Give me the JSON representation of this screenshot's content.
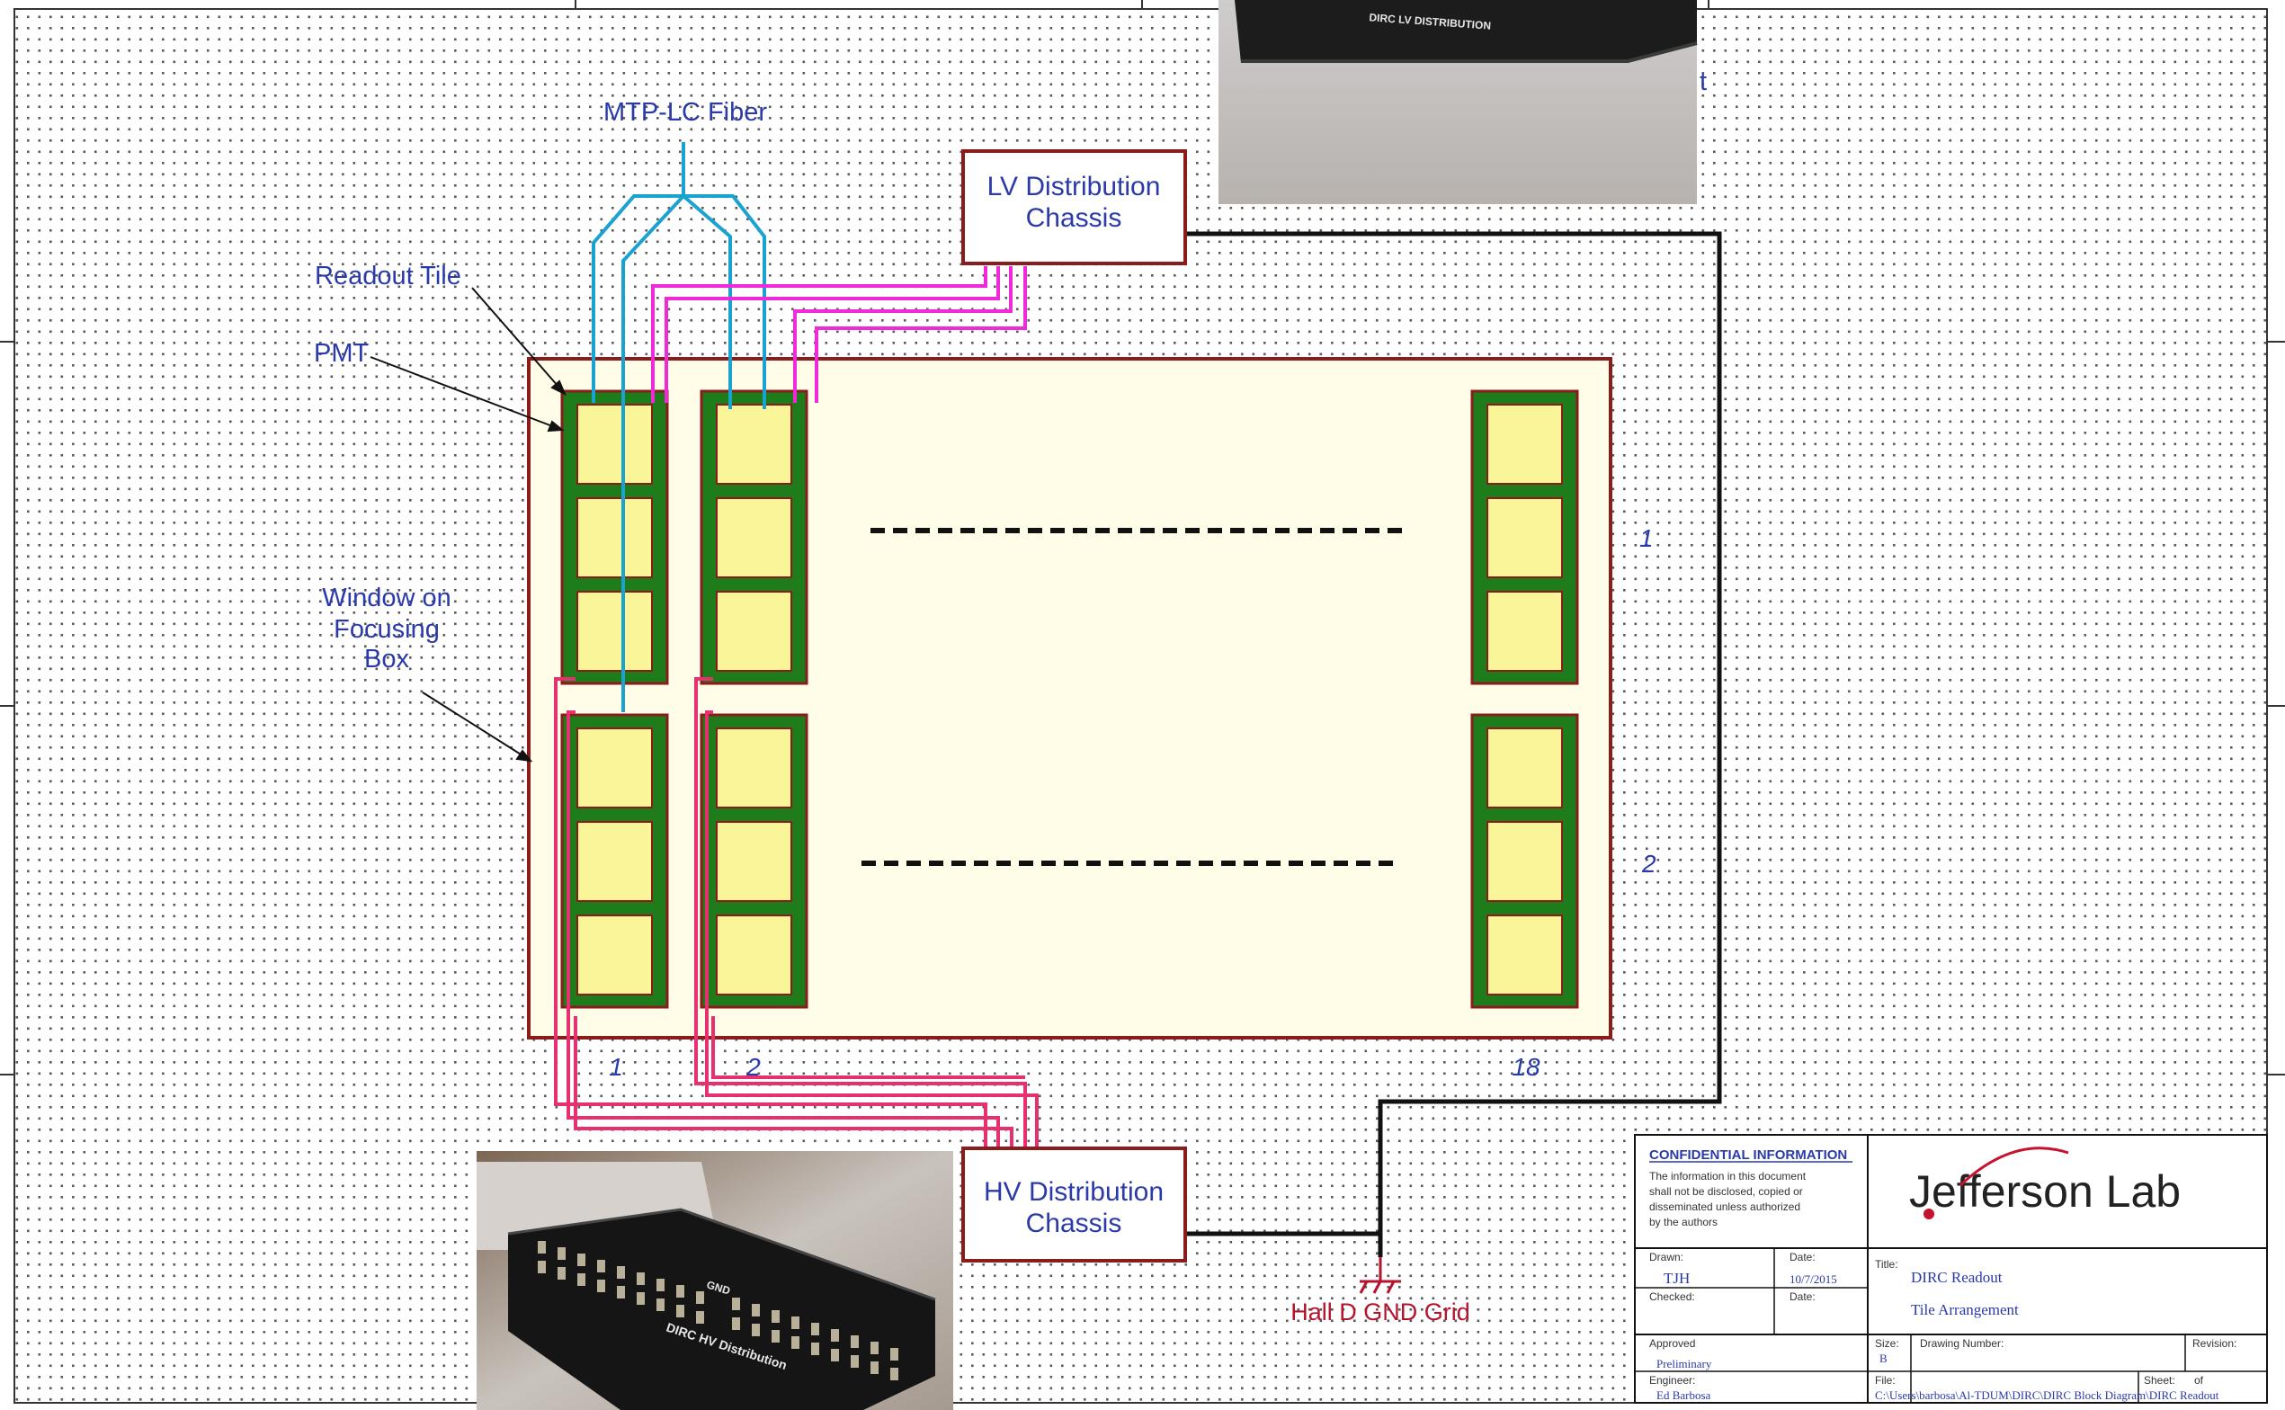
{
  "labels": {
    "fiber": "MTP-LC Fiber",
    "readout_tile": "Readout Tile",
    "pmt": "PMT",
    "window_line1": "Window on",
    "window_line2": "Focusing",
    "window_line3": "Box",
    "row1": "1",
    "row2": "2",
    "col1": "1",
    "col2": "2",
    "col18": "18",
    "ground": "Hall D GND Grid",
    "stray_t": "t"
  },
  "boxes": {
    "lv_line1": "LV Distribution",
    "lv_line2": "Chassis",
    "hv_line1": "HV Distribution",
    "hv_line2": "Chassis"
  },
  "photos": {
    "lv_text": "DIRC LV DISTRIBUTION",
    "hv_text": "DIRC HV Distribution",
    "hv_gnd": "GND"
  },
  "title_block": {
    "confidential_heading": "CONFIDENTIAL INFORMATION",
    "confidential_lines": [
      "The information in this document",
      "shall not be disclosed, copied or",
      "disseminated unless authorized",
      "by the authors"
    ],
    "logo": "Jefferson Lab",
    "drawn_label": "Drawn:",
    "drawn_value": "TJH",
    "date_label": "Date:",
    "date_value": "10/7/2015",
    "checked_label": "Checked:",
    "date2_label": "Date:",
    "title_label": "Title:",
    "title_line1": "DIRC Readout",
    "title_line2": "Tile Arrangement",
    "approved_label": "Approved",
    "approved_value": "Preliminary",
    "engineer_label": "Engineer:",
    "engineer_value": "Ed Barbosa",
    "size_label": "Size:",
    "size_value": "B",
    "drawing_number_label": "Drawing Number:",
    "revision_label": "Revision:",
    "file_label": "File:",
    "file_value": "C:\\Users\\barbosa\\Al-TDUM\\DIRC\\DIRC Block Diagram\\DIRC Readout",
    "sheet_label": "Sheet:",
    "sheet_value": "of"
  },
  "colors": {
    "grid_dot": "#5a5a5a",
    "frame_red": "#8a1c1c",
    "tile_green": "#1e7d1a",
    "pmt_yellow": "#fbf59a",
    "window_fill": "#fffde8",
    "fiber_blue": "#1aa3d1",
    "lv_magenta": "#ee2ad9",
    "hv_pink": "#e6306f",
    "label_blue": "#2a3aa8"
  }
}
